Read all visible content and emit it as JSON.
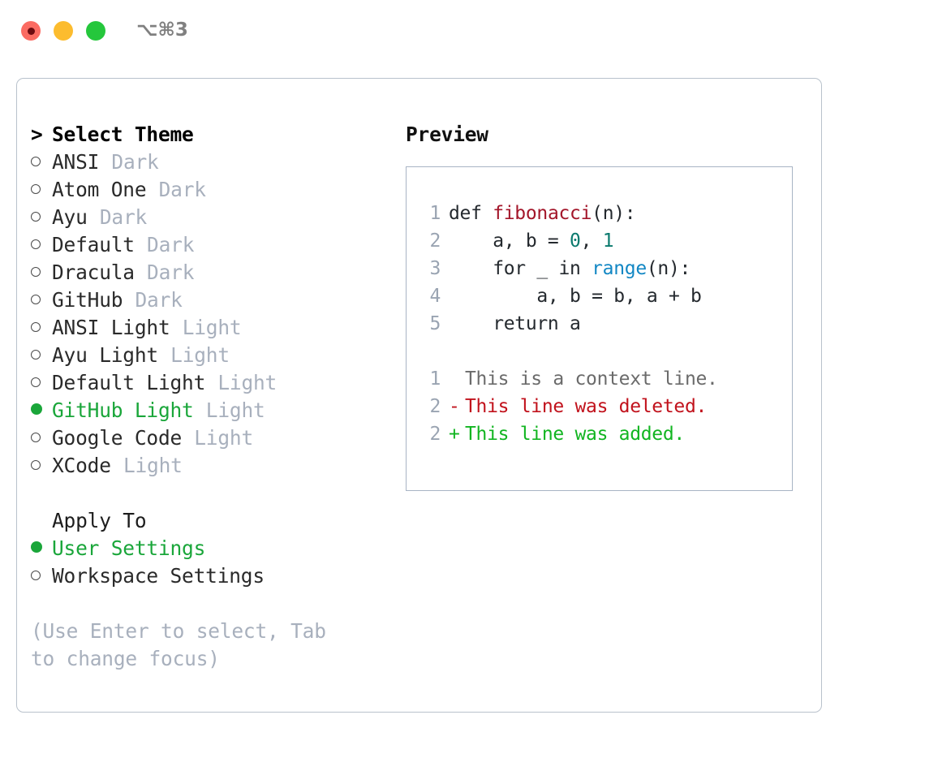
{
  "window": {
    "shortcut": "⌥⌘3",
    "controls": [
      {
        "name": "close",
        "color": "#fb6b62"
      },
      {
        "name": "minimize",
        "color": "#fcbc2e"
      },
      {
        "name": "maximize",
        "color": "#25c73c"
      }
    ]
  },
  "left": {
    "caret": ">",
    "header": "Select Theme",
    "themes": [
      {
        "name": "ANSI",
        "kind": "Dark",
        "selected": false
      },
      {
        "name": "Atom One",
        "kind": "Dark",
        "selected": false
      },
      {
        "name": "Ayu",
        "kind": "Dark",
        "selected": false
      },
      {
        "name": "Default",
        "kind": "Dark",
        "selected": false
      },
      {
        "name": "Dracula",
        "kind": "Dark",
        "selected": false
      },
      {
        "name": "GitHub",
        "kind": "Dark",
        "selected": false
      },
      {
        "name": "ANSI Light",
        "kind": "Light",
        "selected": false
      },
      {
        "name": "Ayu Light",
        "kind": "Light",
        "selected": false
      },
      {
        "name": "Default Light",
        "kind": "Light",
        "selected": false
      },
      {
        "name": "GitHub Light",
        "kind": "Light",
        "selected": true
      },
      {
        "name": "Google Code",
        "kind": "Light",
        "selected": false
      },
      {
        "name": "XCode",
        "kind": "Light",
        "selected": false
      }
    ],
    "apply_to": {
      "title": "Apply To",
      "options": [
        {
          "label": "User Settings",
          "selected": true
        },
        {
          "label": "Workspace Settings",
          "selected": false
        }
      ]
    },
    "hint": "(Use Enter to select, Tab to change focus)"
  },
  "right": {
    "title": "Preview",
    "code": [
      {
        "num": "1",
        "tokens": [
          {
            "t": "def ",
            "c": "plain"
          },
          {
            "t": "fibonacci",
            "c": "func"
          },
          {
            "t": "(n):",
            "c": "plain"
          }
        ]
      },
      {
        "num": "2",
        "tokens": [
          {
            "t": "    a, b = ",
            "c": "plain"
          },
          {
            "t": "0",
            "c": "num"
          },
          {
            "t": ", ",
            "c": "plain"
          },
          {
            "t": "1",
            "c": "num"
          }
        ]
      },
      {
        "num": "3",
        "tokens": [
          {
            "t": "    for _ in ",
            "c": "plain"
          },
          {
            "t": "range",
            "c": "call"
          },
          {
            "t": "(n):",
            "c": "plain"
          }
        ]
      },
      {
        "num": "4",
        "tokens": [
          {
            "t": "        a, b = b, a + b",
            "c": "plain"
          }
        ]
      },
      {
        "num": "5",
        "tokens": [
          {
            "t": "    return a",
            "c": "plain"
          }
        ]
      }
    ],
    "diff": [
      {
        "num": "1",
        "marker": " ",
        "text": "This is a context line.",
        "kind": "ctx"
      },
      {
        "num": "2",
        "marker": "-",
        "text": "This line was deleted.",
        "kind": "del"
      },
      {
        "num": "2",
        "marker": "+",
        "text": "This line was added.",
        "kind": "add"
      }
    ]
  },
  "colors": {
    "accent_green": "#1aa63a",
    "muted": "#a8b0bd",
    "panel_border": "#b9c2cc",
    "preview_border": "#a8b4c4",
    "func_red": "#a3162a",
    "number_teal": "#0b7a6e",
    "call_blue": "#1287c4",
    "diff_delete": "#c1121c",
    "diff_add": "#12b521"
  }
}
